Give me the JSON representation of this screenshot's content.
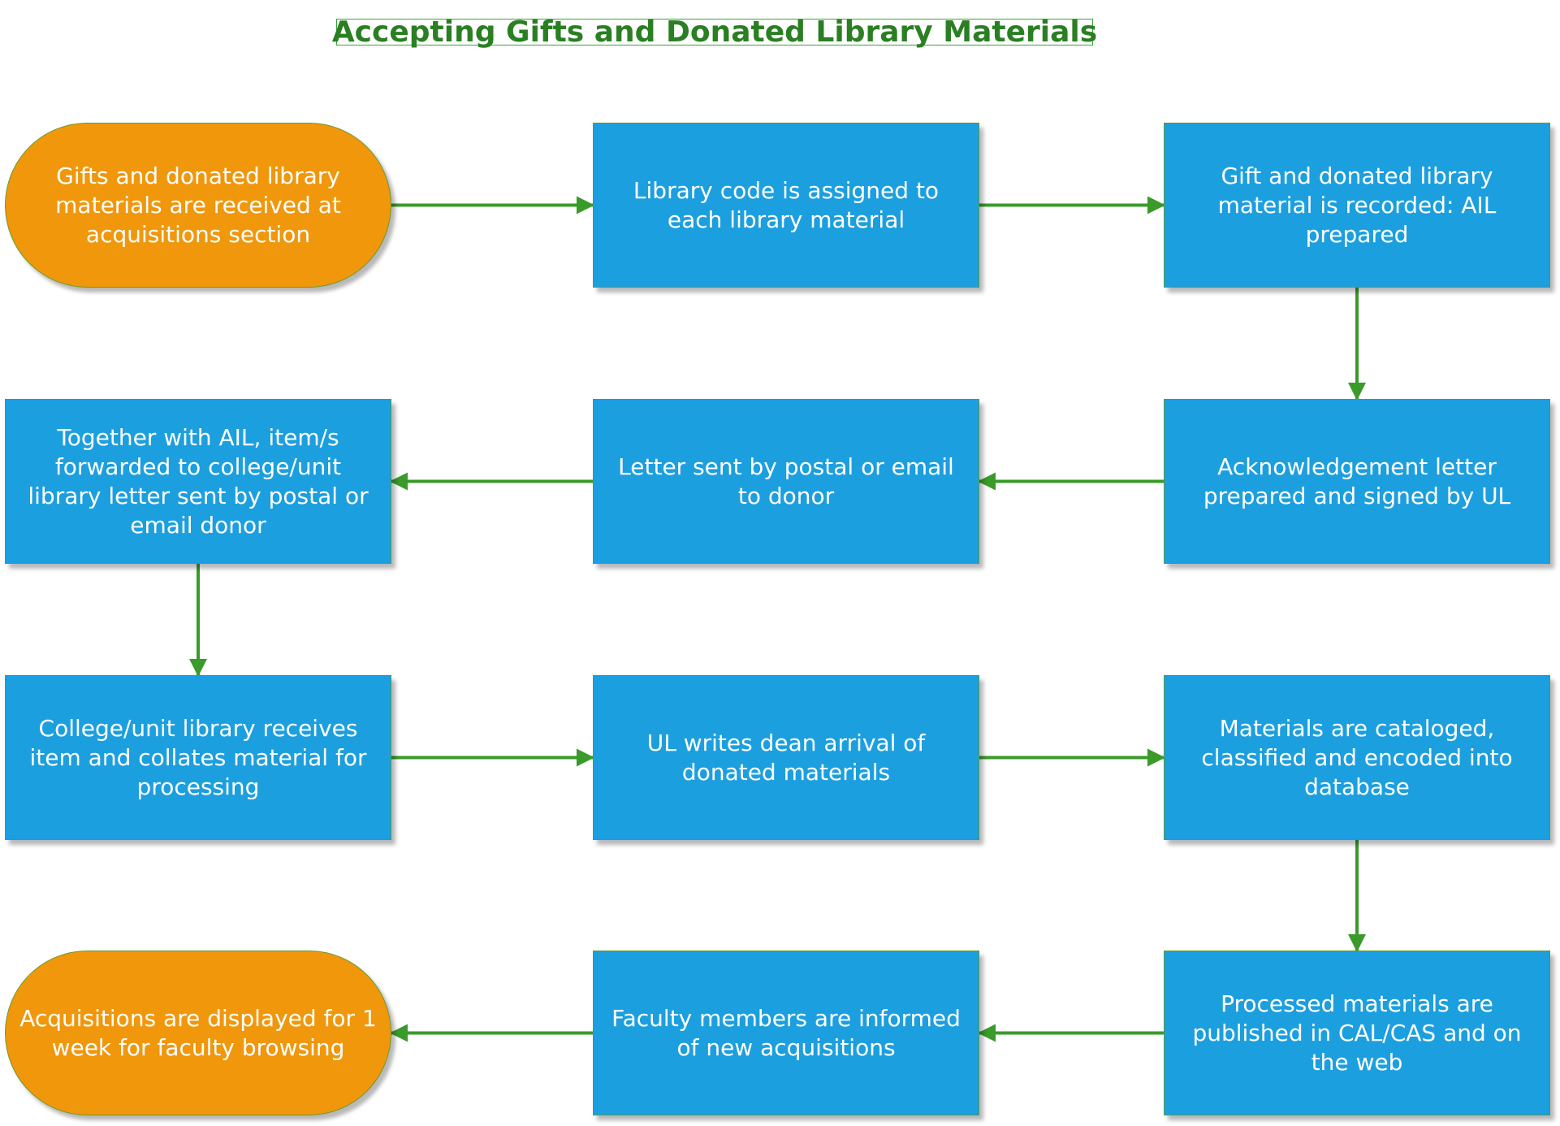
{
  "title": "Accepting Gifts and Donated Library Materials",
  "colors": {
    "process_fill": "#1c9fdf",
    "terminal_fill": "#f0970c",
    "arrow": "#3a9a2a",
    "title_text": "#2a7f22"
  },
  "nodes": [
    {
      "id": "n1",
      "shape": "terminal",
      "text": "Gifts and donated library materials are received at acquisitions section"
    },
    {
      "id": "n2",
      "shape": "process",
      "text": "Library code is assigned to each library material"
    },
    {
      "id": "n3",
      "shape": "process",
      "text": "Gift and donated library material is recorded: AIL prepared"
    },
    {
      "id": "n4",
      "shape": "process",
      "text": "Acknowledgement letter prepared and signed by UL"
    },
    {
      "id": "n5",
      "shape": "process",
      "text": "Letter sent by postal or email to donor"
    },
    {
      "id": "n6",
      "shape": "process",
      "text": "Together with AIL, item/s forwarded to college/unit library letter sent by postal or email donor"
    },
    {
      "id": "n7",
      "shape": "process",
      "text": "College/unit library receives item and collates material for processing"
    },
    {
      "id": "n8",
      "shape": "process",
      "text": "UL writes dean arrival of donated materials"
    },
    {
      "id": "n9",
      "shape": "process",
      "text": "Materials are cataloged, classified and encoded into database"
    },
    {
      "id": "n10",
      "shape": "process",
      "text": "Processed materials are published in CAL/CAS and on the web"
    },
    {
      "id": "n11",
      "shape": "process",
      "text": "Faculty members are informed of new acquisitions"
    },
    {
      "id": "n12",
      "shape": "terminal",
      "text": "Acquisitions are displayed for 1 week for faculty browsing"
    }
  ],
  "edges": [
    {
      "from": "n1",
      "to": "n2"
    },
    {
      "from": "n2",
      "to": "n3"
    },
    {
      "from": "n3",
      "to": "n4"
    },
    {
      "from": "n4",
      "to": "n5"
    },
    {
      "from": "n5",
      "to": "n6"
    },
    {
      "from": "n6",
      "to": "n7"
    },
    {
      "from": "n7",
      "to": "n8"
    },
    {
      "from": "n8",
      "to": "n9"
    },
    {
      "from": "n9",
      "to": "n10"
    },
    {
      "from": "n10",
      "to": "n11"
    },
    {
      "from": "n11",
      "to": "n12"
    }
  ]
}
